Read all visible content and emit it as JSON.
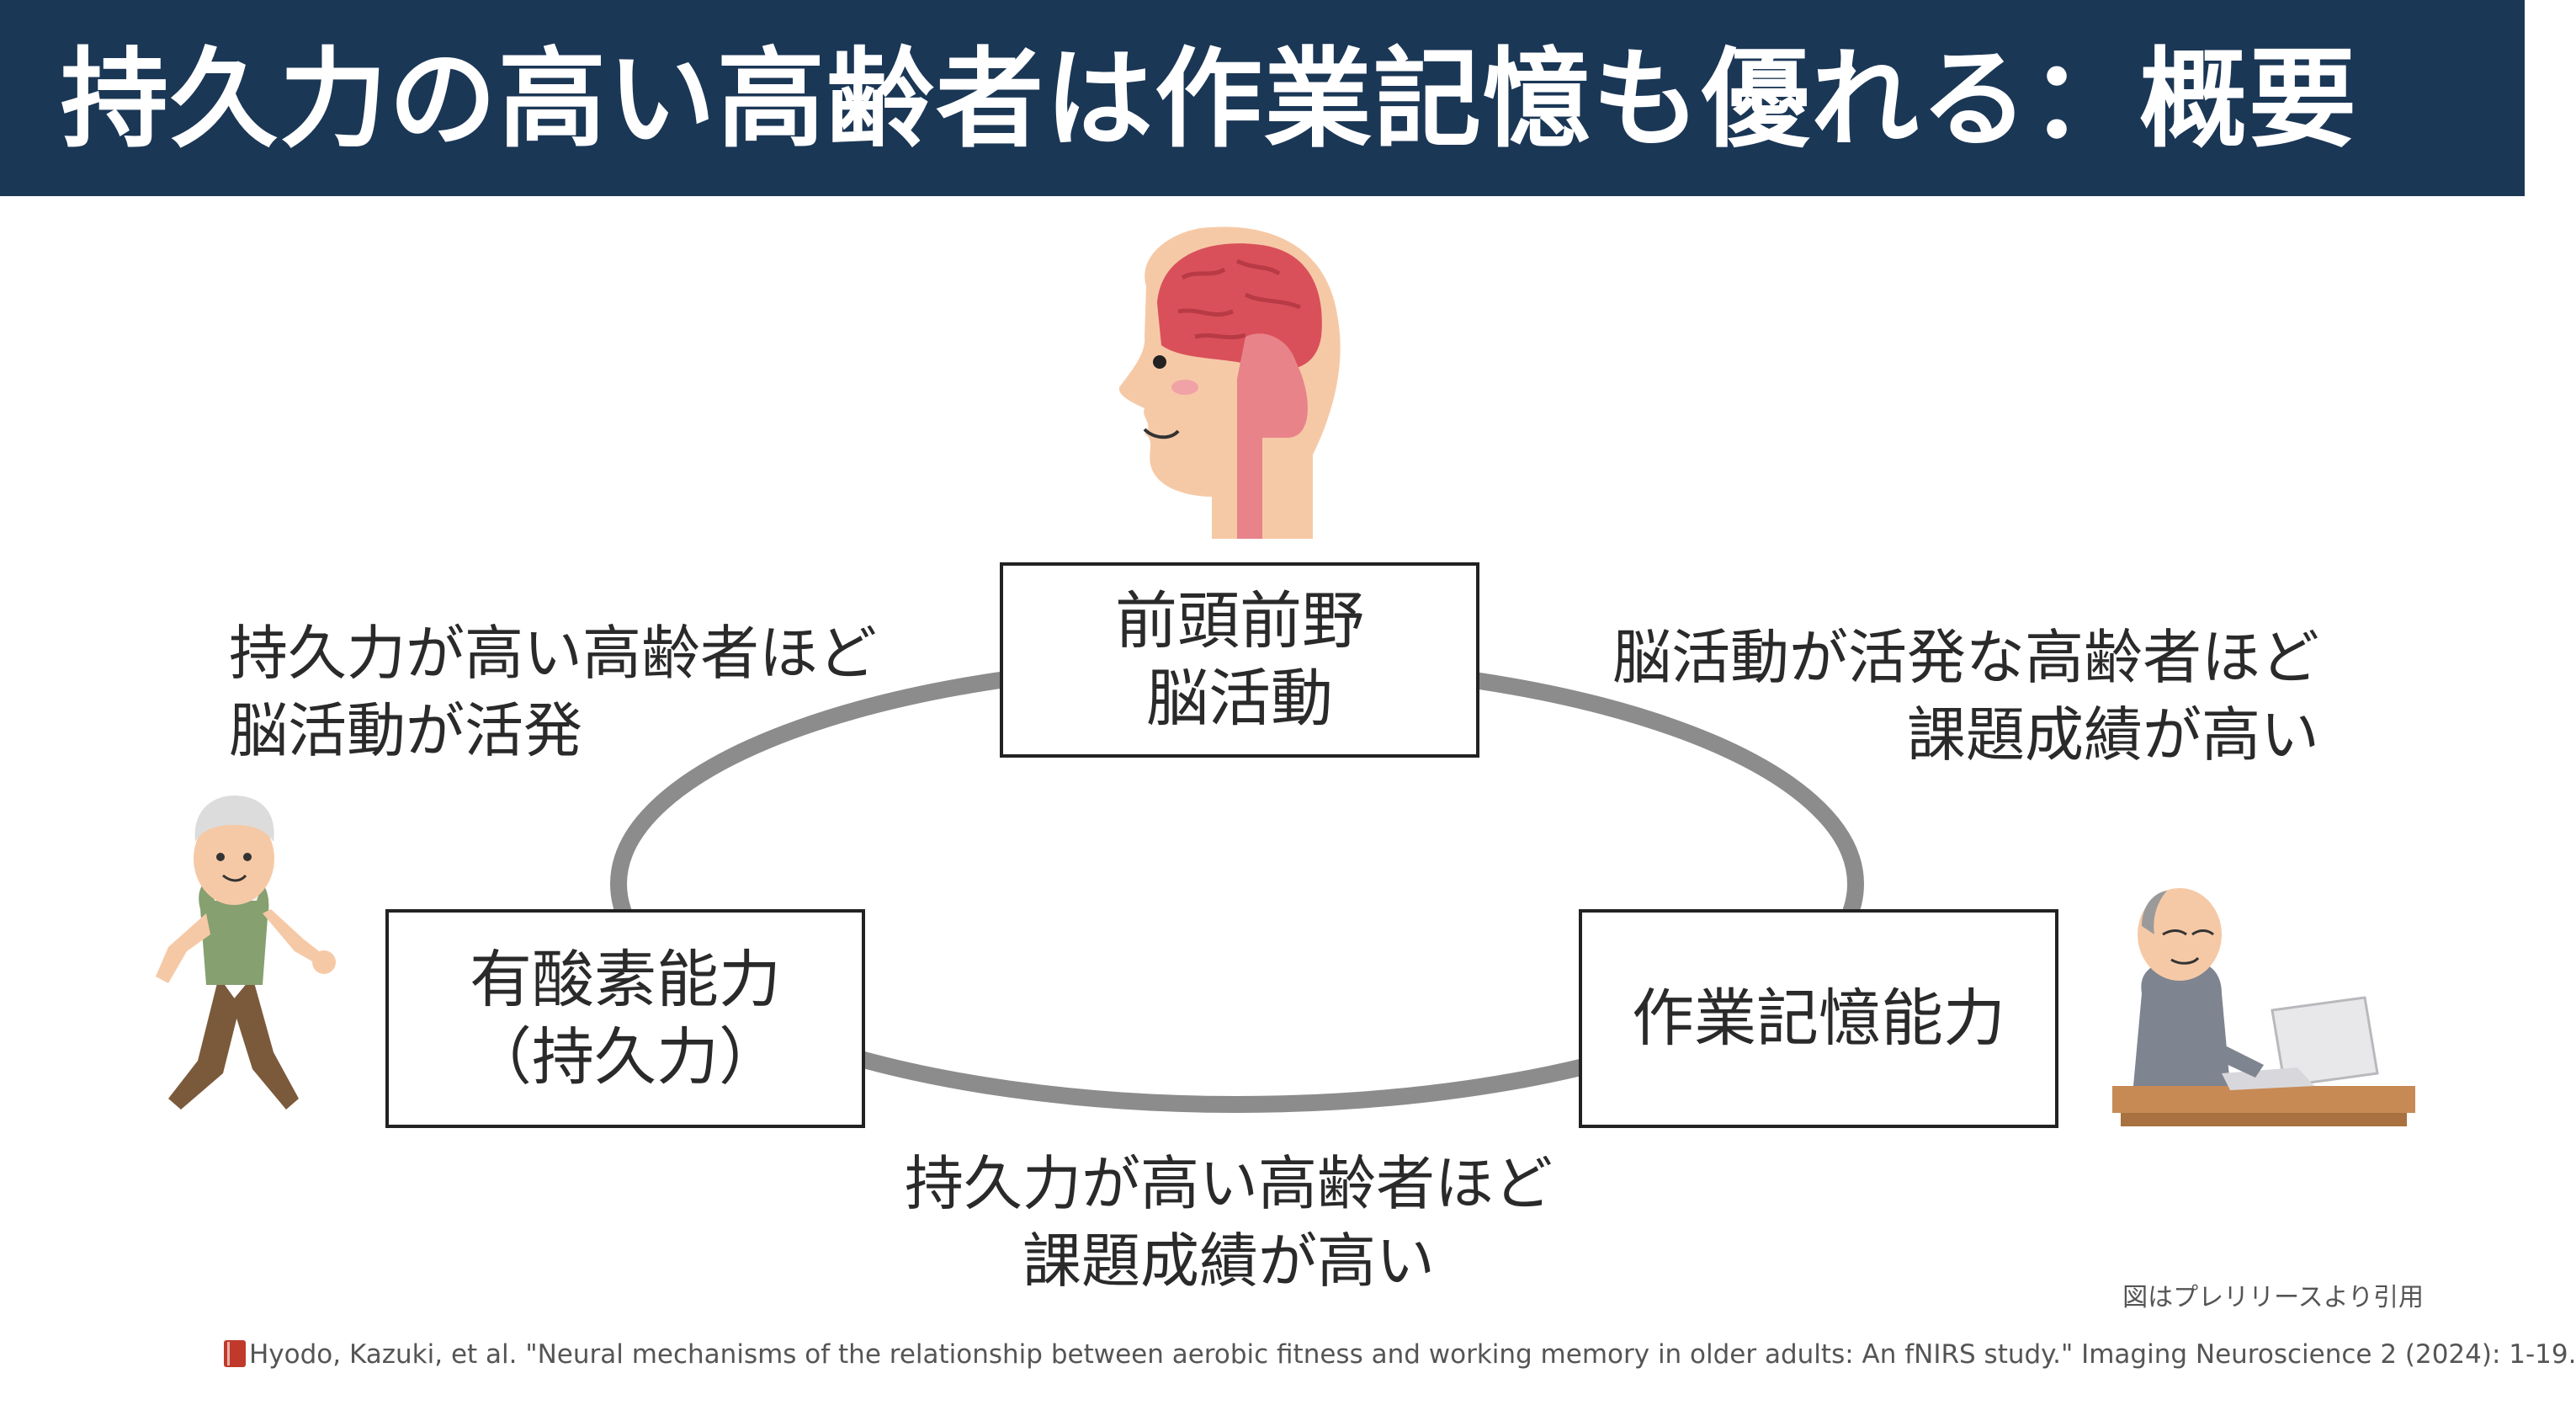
{
  "header": {
    "title": "持久力の高い高齢者は作業記憶も優れる：概要"
  },
  "diagram": {
    "nodes": {
      "brain": [
        "前頭前野",
        "脳活動"
      ],
      "fitness": [
        "有酸素能力",
        "（持久力）"
      ],
      "memory": [
        "作業記憶能力"
      ]
    },
    "edges": {
      "fitness_brain": [
        "持久力が高い高齢者ほど",
        "脳活動が活発"
      ],
      "brain_memory": [
        "脳活動が活発な高齢者ほど",
        "課題成績が高い"
      ],
      "fitness_memory": [
        "持久力が高い高齢者ほど",
        "課題成績が高い"
      ]
    },
    "colors": {
      "loop": "#8c8c8c",
      "brain_tissue": "#d9505a",
      "skin": "#f6c9a6",
      "header_bg": "#1b3756"
    }
  },
  "footer": {
    "figure_note": "図はプレリリースより引用",
    "citation": "Hyodo, Kazuki, et al. \"Neural mechanisms of the relationship between aerobic fitness and working memory in older adults: An fNIRS study.\" Imaging Neuroscience 2 (2024): 1-19."
  },
  "icons": [
    "brain-head-icon",
    "walking-elderly-man-icon",
    "elderly-man-laptop-icon",
    "book-icon"
  ]
}
